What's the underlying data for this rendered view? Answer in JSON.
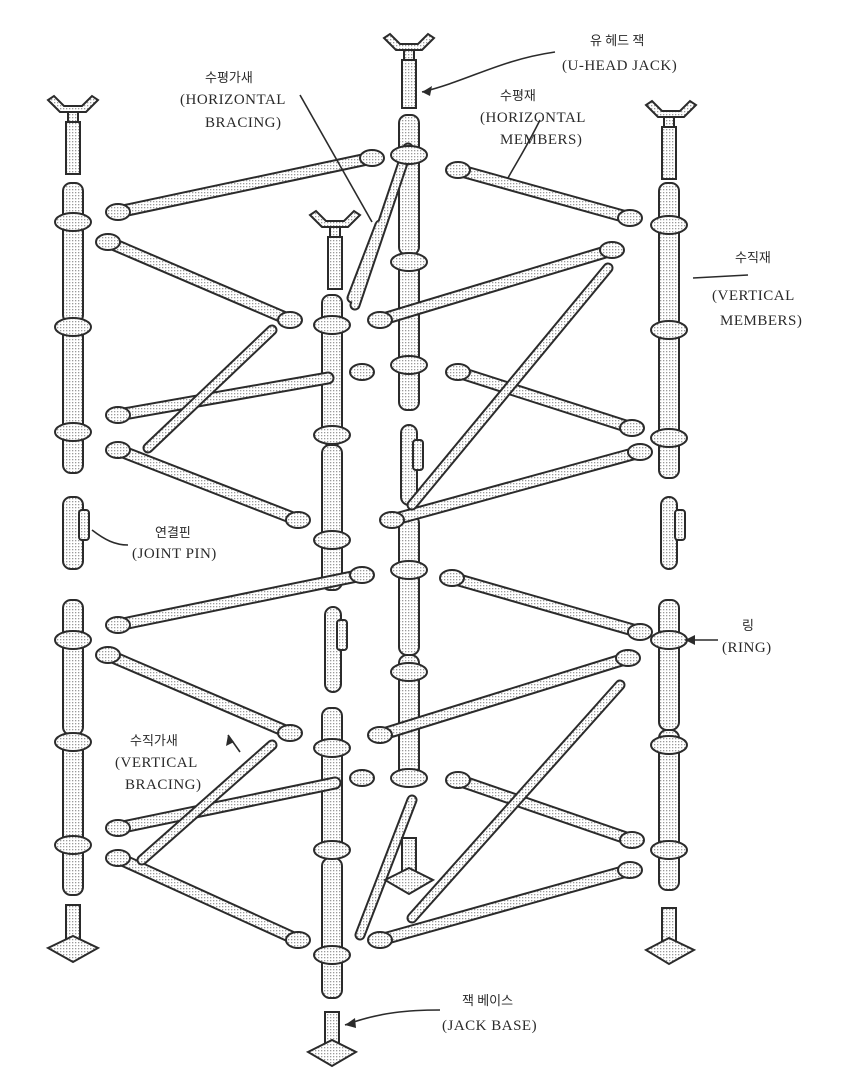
{
  "diagram": {
    "colors": {
      "ink": "#2b2b2b",
      "stipple": "#bdbdbd",
      "paper": "#ffffff"
    },
    "labels": {
      "u_head_jack": {
        "ko": "유 헤드 잭",
        "en": "(U-HEAD JACK)"
      },
      "horizontal_bracing": {
        "ko": "수평가새",
        "en1": "(HORIZONTAL",
        "en2": "BRACING)"
      },
      "horizontal_members": {
        "ko": "수평재",
        "en1": "(HORIZONTAL",
        "en2": "MEMBERS)"
      },
      "vertical_members": {
        "ko": "수직재",
        "en1": "(VERTICAL",
        "en2": "MEMBERS)"
      },
      "joint_pin": {
        "ko": "연결핀",
        "en": "(JOINT PIN)"
      },
      "ring": {
        "ko": "링",
        "en": "(RING)"
      },
      "vertical_bracing": {
        "ko": "수직가새",
        "en1": "(VERTICAL",
        "en2": "BRACING)"
      },
      "jack_base": {
        "ko": "잭 베이스",
        "en": "(JACK BASE)"
      }
    }
  }
}
